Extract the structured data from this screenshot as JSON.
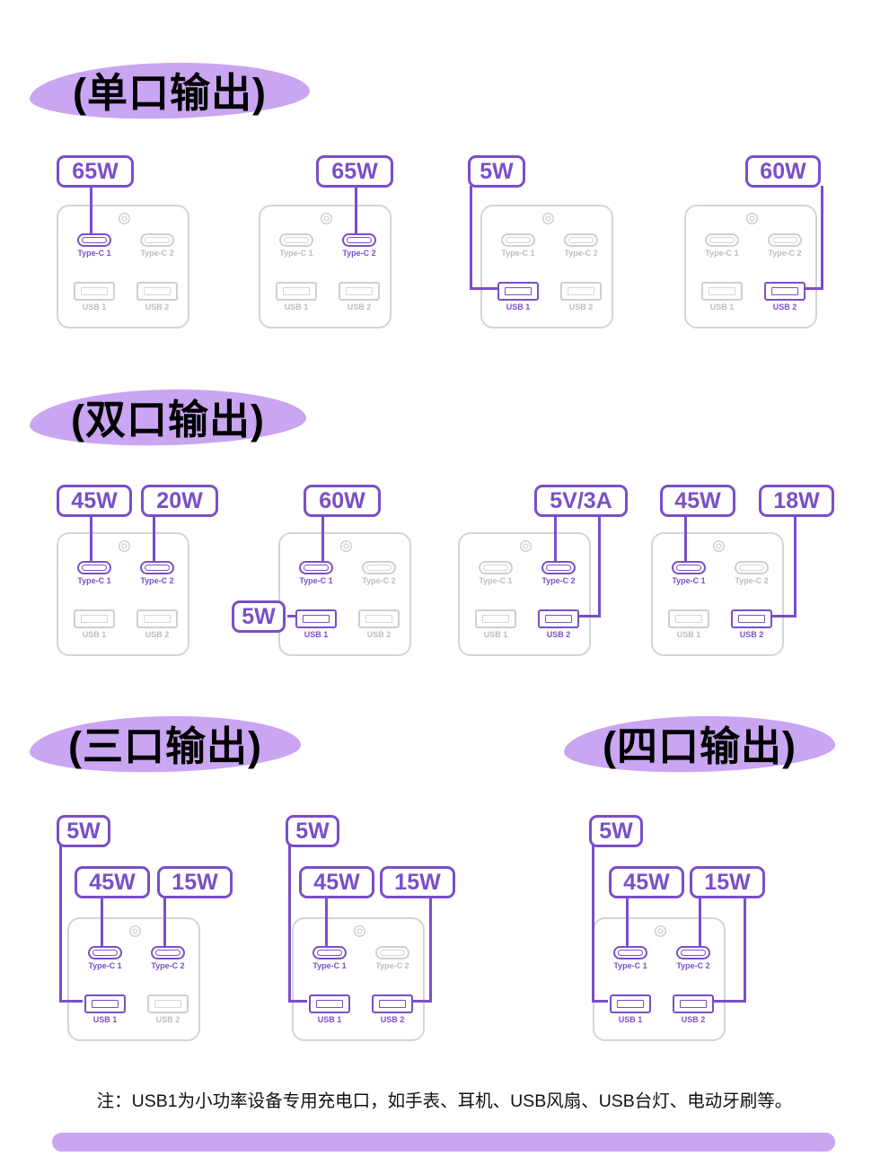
{
  "colors": {
    "accent": "#7A4FC8",
    "highlight": "#C9A5F2",
    "inactive_border": "#CFCFCF",
    "inactive_text": "#BDBDBD"
  },
  "ports": {
    "tc1": "Type-C 1",
    "tc2": "Type-C 2",
    "usb1": "USB 1",
    "usb2": "USB 2"
  },
  "sections": [
    {
      "title": "(单口输出)",
      "chargers": [
        {
          "power_labels": [
            {
              "text": "65W",
              "target": "Type-C 1"
            }
          ],
          "active_ports": [
            "Type-C 1"
          ]
        },
        {
          "power_labels": [
            {
              "text": "65W",
              "target": "Type-C 2"
            }
          ],
          "active_ports": [
            "Type-C 2"
          ]
        },
        {
          "power_labels": [
            {
              "text": "5W",
              "target": "USB 1"
            }
          ],
          "active_ports": [
            "USB 1"
          ]
        },
        {
          "power_labels": [
            {
              "text": "60W",
              "target": "USB 2"
            }
          ],
          "active_ports": [
            "USB 2"
          ]
        }
      ]
    },
    {
      "title": "(双口输出)",
      "chargers": [
        {
          "power_labels": [
            {
              "text": "45W",
              "target": "Type-C 1"
            },
            {
              "text": "20W",
              "target": "Type-C 2"
            }
          ],
          "active_ports": [
            "Type-C 1",
            "Type-C 2"
          ]
        },
        {
          "power_labels": [
            {
              "text": "60W",
              "target": "Type-C 1"
            },
            {
              "text": "5W",
              "target": "USB 1"
            }
          ],
          "active_ports": [
            "Type-C 1",
            "USB 1"
          ]
        },
        {
          "power_labels": [
            {
              "text": "5V/3A",
              "target": "Type-C 2 + USB 2"
            }
          ],
          "active_ports": [
            "Type-C 2",
            "USB 2"
          ]
        },
        {
          "power_labels": [
            {
              "text": "45W",
              "target": "Type-C 1"
            },
            {
              "text": "18W",
              "target": "USB 2"
            }
          ],
          "active_ports": [
            "Type-C 1",
            "USB 2"
          ]
        }
      ]
    },
    {
      "title": "(三口输出)",
      "chargers": [
        {
          "power_labels": [
            {
              "text": "5W",
              "target": "USB 1"
            },
            {
              "text": "45W",
              "target": "Type-C 1"
            },
            {
              "text": "15W",
              "target": "Type-C 2"
            }
          ],
          "active_ports": [
            "Type-C 1",
            "Type-C 2",
            "USB 1"
          ]
        },
        {
          "power_labels": [
            {
              "text": "5W",
              "target": "USB 1"
            },
            {
              "text": "45W",
              "target": "Type-C 1"
            },
            {
              "text": "15W",
              "target": "USB 2"
            }
          ],
          "active_ports": [
            "Type-C 1",
            "USB 1",
            "USB 2"
          ]
        }
      ]
    },
    {
      "title": "(四口输出)",
      "chargers": [
        {
          "power_labels": [
            {
              "text": "5W",
              "target": "USB 1"
            },
            {
              "text": "45W",
              "target": "Type-C 1"
            },
            {
              "text": "15W",
              "target": "Type-C 2 + USB 2"
            }
          ],
          "active_ports": [
            "Type-C 1",
            "Type-C 2",
            "USB 1",
            "USB 2"
          ]
        }
      ]
    }
  ],
  "note": "注：USB1为小功率设备专用充电口，如手表、耳机、USB风扇、USB台灯、电动牙刷等。"
}
